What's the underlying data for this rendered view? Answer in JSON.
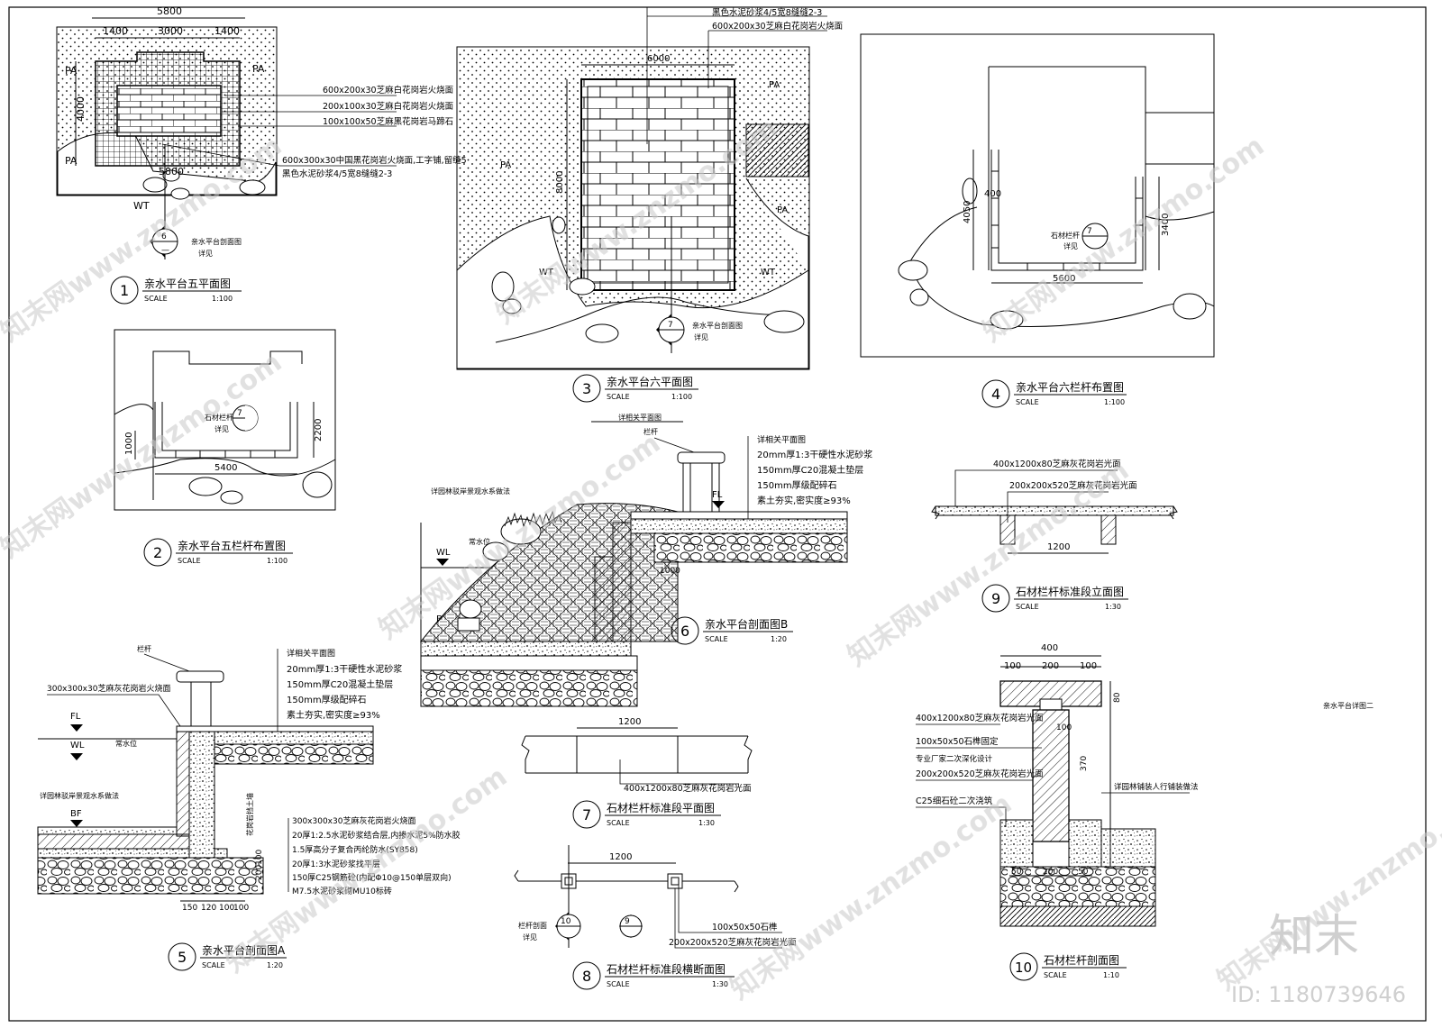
{
  "watermark": {
    "text": "知末网www.znzmo.com",
    "logo": "知末",
    "id_label": "ID: 1180739646"
  },
  "dim_labels": {
    "d5800": "5800",
    "d1400": "1400",
    "d3000": "3000",
    "d4000": "4000",
    "d6000": "6000",
    "d8000": "8000",
    "d4050": "4050",
    "d3400": "3400",
    "d5600": "5600",
    "d400": "400",
    "d2200": "2200",
    "d1000": "1000",
    "d5400": "5400",
    "d1200": "1200",
    "d100": "100",
    "d200": "200",
    "d50": "50",
    "d370": "370",
    "d80": "80",
    "d150": "150",
    "d120": "120"
  },
  "zones": {
    "pa": "PA",
    "wt": "WT",
    "fl": "FL",
    "wl": "WL",
    "bf": "BF"
  },
  "drawings": [
    {
      "num": "1",
      "title": "亲水平台五平面图",
      "scale_label": "SCALE",
      "scale": "1:100"
    },
    {
      "num": "2",
      "title": "亲水平台五栏杆布置图",
      "scale_label": "SCALE",
      "scale": "1:100"
    },
    {
      "num": "3",
      "title": "亲水平台六平面图",
      "scale_label": "SCALE",
      "scale": "1:100"
    },
    {
      "num": "4",
      "title": "亲水平台六栏杆布置图",
      "scale_label": "SCALE",
      "scale": "1:100"
    },
    {
      "num": "5",
      "title": "亲水平台剖面图A",
      "scale_label": "SCALE",
      "scale": "1:20"
    },
    {
      "num": "6",
      "title": "亲水平台剖面图B",
      "scale_label": "SCALE",
      "scale": "1:20"
    },
    {
      "num": "7",
      "title": "石材栏杆标准段平面图",
      "scale_label": "SCALE",
      "scale": "1:30"
    },
    {
      "num": "8",
      "title": "石材栏杆标准段横断面图",
      "scale_label": "SCALE",
      "scale": "1:30"
    },
    {
      "num": "9",
      "title": "石材栏杆标准段立面图",
      "scale_label": "SCALE",
      "scale": "1:30"
    },
    {
      "num": "10",
      "title": "石材栏杆剖面图",
      "scale_label": "SCALE",
      "scale": "1:10"
    }
  ],
  "notes": {
    "p1": [
      "600x200x30芝麻白花岗岩火烧面",
      "200x100x30芝麻白花岗岩火烧面",
      "100x100x50芝麻黑花岗岩马蹄石",
      "600x300x30中国黑花岗岩火烧面,工字铺,留缝5",
      "黑色水泥砂浆4/5宽8缝缝2-3"
    ],
    "p1_section": "亲水平台剖面图",
    "p1_see": "详见",
    "p3_top": [
      "黑色水泥砂浆4/5宽8缝缝2-3",
      "600x200x30芝麻白花岗岩火烧面"
    ],
    "p3_section": "亲水平台剖面图",
    "p3_see": "详见",
    "railing": "石材栏杆",
    "see": "详见",
    "s5_rail": "栏杆",
    "s5_layers": [
      "详相关平面图",
      "20mm厚1:3干硬性水泥砂浆",
      "150mm厚C20混凝土垫层",
      "150mm厚级配碎石",
      "素土夯实,密实度≥93%"
    ],
    "s5_left": "300x300x30芝麻灰花岗岩火烧面",
    "s5_water": "常水位",
    "s5_bottom_note": "详园林驳岸景观水系做法",
    "s5_wall": "花岗岩挡土墙",
    "s5_wall_layers": [
      "300x300x30芝麻灰花岗岩火烧面",
      "20厚1:2.5水泥砂浆结合层,内掺水泥5%防水胶",
      "1.5厚高分子复合丙纶防水(SY858)",
      "20厚1:3水泥砂浆找平层",
      "150厚C25钢筋砼(内配Φ10@150单层双向)",
      "M7.5水泥砂浆砌MU10标砖"
    ],
    "s6_top": "详相关平面图",
    "s6_rail": "栏杆",
    "s6_layers": [
      "详相关平面图",
      "20mm厚1:3干硬性水泥砂浆",
      "150mm厚C20混凝土垫层",
      "150mm厚级配碎石",
      "素土夯实,密实度≥93%"
    ],
    "s6_left": "详园林驳岸景观水系做法",
    "s6_water": "常水位",
    "p7": "400x1200x80芝麻灰花岗岩光面",
    "p8_a": "100x50x50石榫",
    "p8_b": "200x200x520芝麻灰花岗岩光面",
    "p8_see": "栏杆剖面",
    "p8_see2": "详见",
    "p9_a": "400x1200x80芝麻灰花岗岩光面",
    "p9_b": "200x200x520芝麻灰花岗岩光面",
    "p10": [
      "400x1200x80芝麻灰花岗岩光面",
      "100x50x50石榫固定",
      "专业厂家二次深化设计",
      "200x200x520芝麻灰花岗岩光面",
      "C25细石砼二次浇筑"
    ],
    "p10_right": "详园林铺装人行铺装做法",
    "corner": "亲水平台详图二"
  }
}
